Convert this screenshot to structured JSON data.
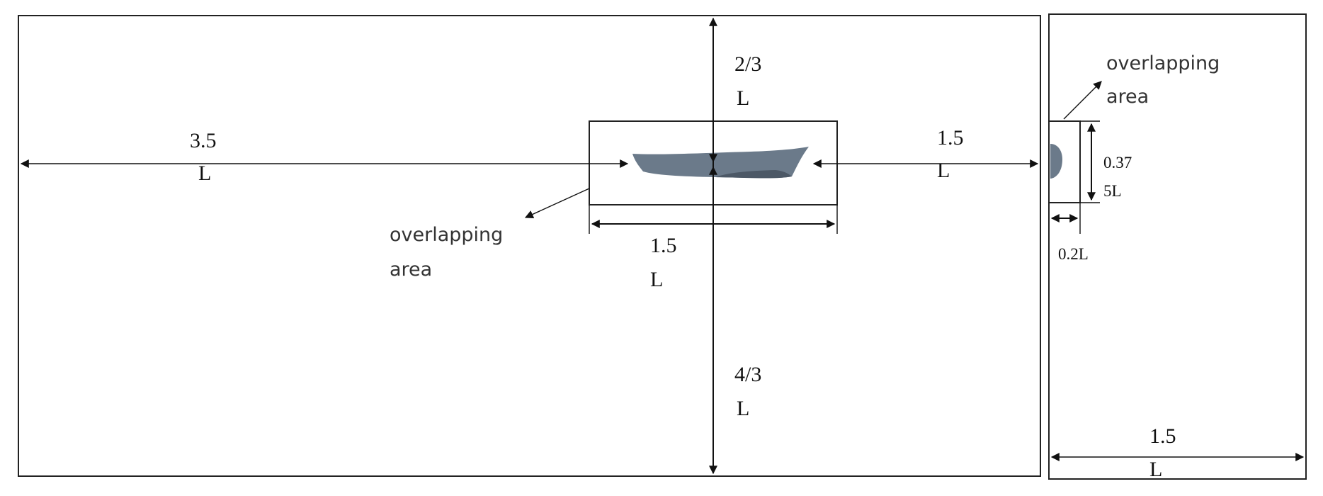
{
  "colors": {
    "hull": "#6b7a8a",
    "hull_shadow": "#4c5866",
    "line": "#111111"
  },
  "side_view": {
    "left_dim": {
      "value": "3.5",
      "unit": "L"
    },
    "right_dim": {
      "value": "1.5",
      "unit": "L"
    },
    "top_dim": {
      "value": "2/3",
      "unit": "L"
    },
    "bottom_dim": {
      "value": "4/3",
      "unit": "L"
    },
    "box_width_dim": {
      "value": "1.5",
      "unit": "L"
    },
    "overlap_label": {
      "line1": "overlapping",
      "line2": "area"
    }
  },
  "front_view": {
    "overlap_label": {
      "line1": "overlapping",
      "line2": "area"
    },
    "box_height_dim": {
      "line1": "0.37",
      "line2": "5L"
    },
    "box_width_dim": "0.2L",
    "domain_width_dim": {
      "value": "1.5",
      "unit": "L"
    }
  }
}
